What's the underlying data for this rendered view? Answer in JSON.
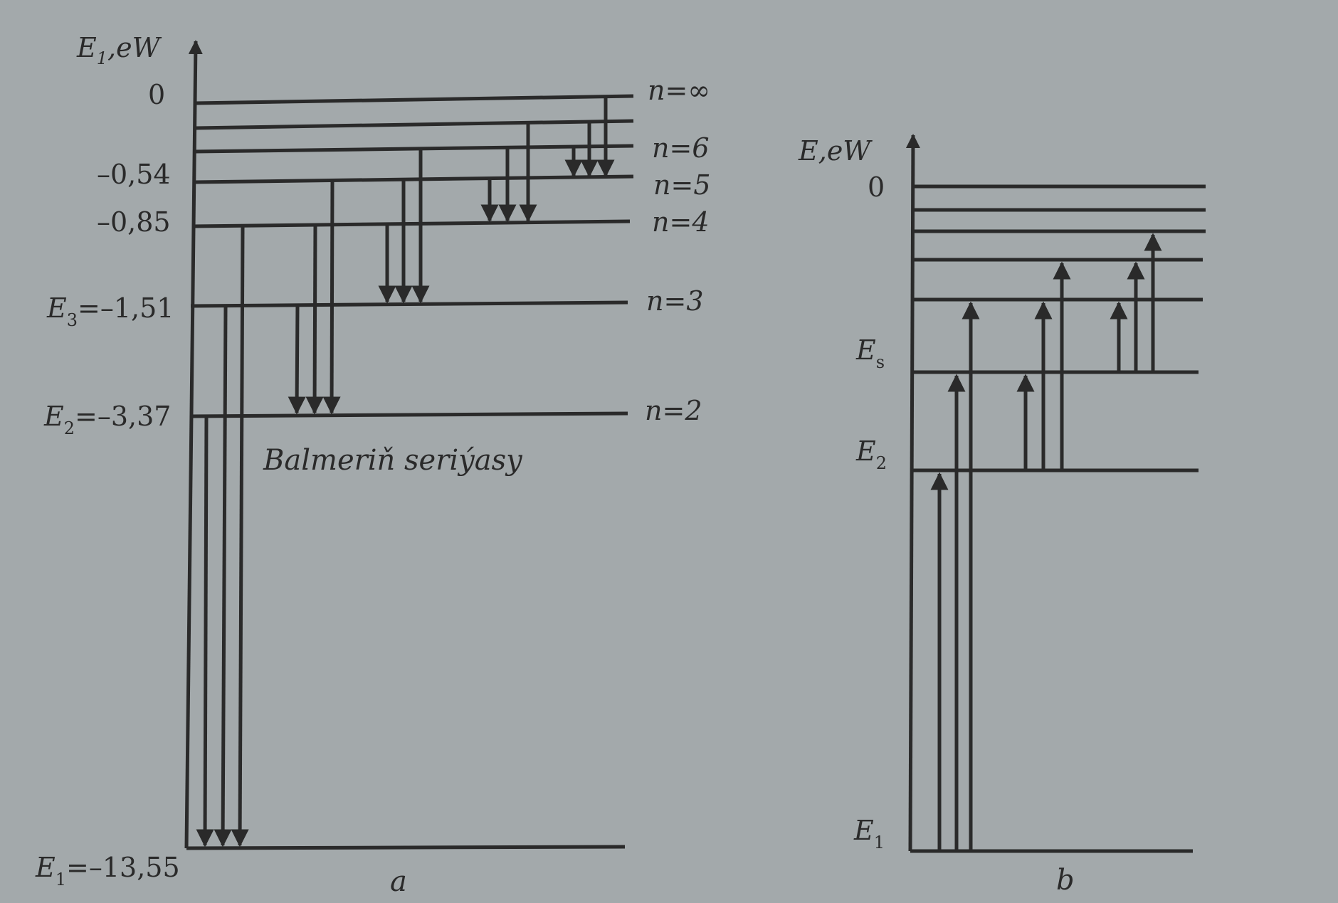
{
  "diagram_a": {
    "axis_label": "E",
    "axis_label_sub": "1",
    "axis_label_suffix": ",eW",
    "left_labels": {
      "zero": "0",
      "e5": "–0,54",
      "e4": "–0,85",
      "e3_main": "=–1,51",
      "e3_sym": "E",
      "e3_sub": "3",
      "e2_main": "=–3,37",
      "e2_sym": "E",
      "e2_sub": "2",
      "e1_main": "=–13,55",
      "e1_sym": "E",
      "e1_sub": "1"
    },
    "right_labels": {
      "inf": "n=∞",
      "n6": "n=6",
      "n5": "n=5",
      "n4": "n=4",
      "n3": "n=3",
      "n2": "n=2"
    },
    "series_label": "Balmeriň seriýasy",
    "caption": "a"
  },
  "diagram_b": {
    "axis_label": "E,eW",
    "zero": "0",
    "es_sym": "E",
    "es_sub": "s",
    "e2_sym": "E",
    "e2_sub": "2",
    "e1_sym": "E",
    "e1_sub": "1",
    "caption": "b"
  },
  "colors": {
    "ink": "#2a2a2a",
    "paper": "#a3a9ab"
  }
}
